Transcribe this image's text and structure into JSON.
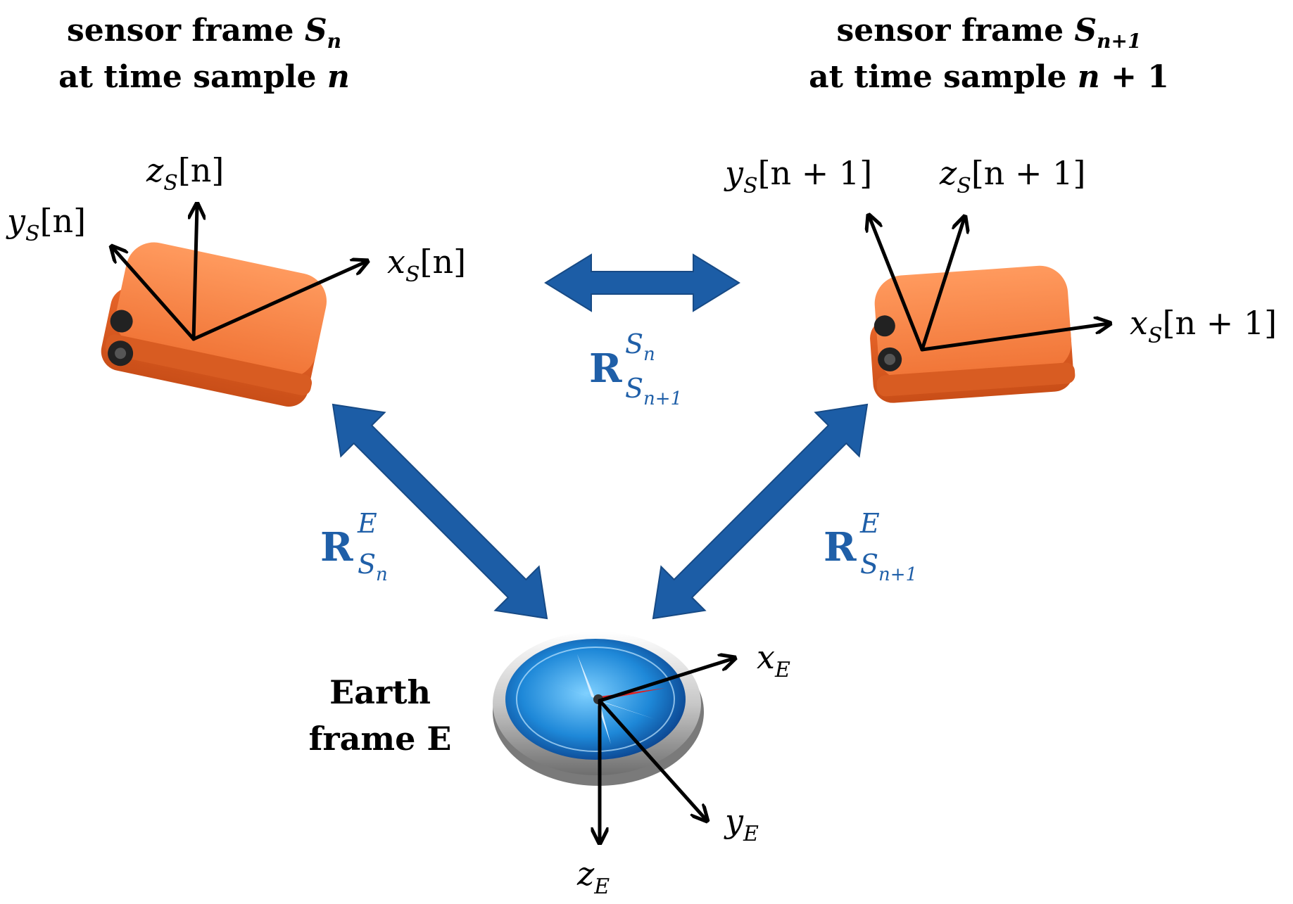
{
  "frames": {
    "sensor_n": {
      "title_line1_prefix": "sensor frame ",
      "title_line1_symbol": "S",
      "title_line1_sub": "n",
      "title_line2_prefix": "at time sample ",
      "title_line2_symbol": "n",
      "axes": {
        "x": {
          "base": "x",
          "sub": "S",
          "arg": "[n]"
        },
        "y": {
          "base": "y",
          "sub": "S",
          "arg": "[n]"
        },
        "z": {
          "base": "z",
          "sub": "S",
          "arg": "[n]"
        }
      }
    },
    "sensor_n1": {
      "title_line1_prefix": "sensor frame ",
      "title_line1_symbol": "S",
      "title_line1_sub": "n+1",
      "title_line2_prefix": "at time sample ",
      "title_line2_symbol": "n",
      "title_line2_suffix": " + 1",
      "axes": {
        "x": {
          "base": "x",
          "sub": "S",
          "arg": "[n + 1]"
        },
        "y": {
          "base": "y",
          "sub": "S",
          "arg": "[n + 1]"
        },
        "z": {
          "base": "z",
          "sub": "S",
          "arg": "[n + 1]"
        }
      }
    },
    "earth": {
      "title_line1": "Earth",
      "title_line2": "frame E",
      "axes": {
        "x": {
          "base": "x",
          "sub": "E"
        },
        "y": {
          "base": "y",
          "sub": "E"
        },
        "z": {
          "base": "z",
          "sub": "E"
        }
      }
    }
  },
  "rotations": {
    "sn_sn1": {
      "base": "R",
      "sup": "S",
      "sup_sub": "n",
      "sub": "S",
      "sub_sub": "n+1"
    },
    "e_sn": {
      "base": "R",
      "sup": "E",
      "sub": "S",
      "sub_sub": "n"
    },
    "e_sn1": {
      "base": "R",
      "sup": "E",
      "sub": "S",
      "sub_sub": "n+1"
    }
  },
  "colors": {
    "arrow_blue": "#1c5da6",
    "rotation_text": "#1f5fa8",
    "sensor_orange": "#f07a3a",
    "compass_blue": "#1e88d8",
    "needle_red": "#e02020"
  },
  "icons": [
    "imu-sensor-icon",
    "imu-sensor-icon",
    "compass-icon"
  ]
}
